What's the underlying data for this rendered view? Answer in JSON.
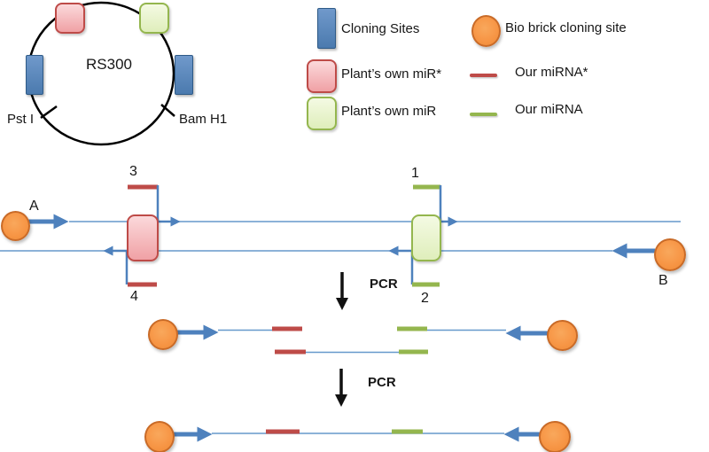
{
  "plasmid": {
    "title": "RS300",
    "restriction_sites": {
      "left": "Pst I",
      "right": "Bam H1"
    }
  },
  "legend": {
    "cloning_sites": "Cloning Sites",
    "bio_brick": "Bio brick cloning site",
    "plant_mir_star": "Plant’s own miR*",
    "our_mirna_star": "Our miRNA*",
    "plant_mir": "Plant’s own miR",
    "our_mirna": "Our miRNA"
  },
  "pcr_diagram": {
    "primer_a_label": "A",
    "primer_b_label": "B",
    "primer_1_label": "1",
    "primer_2_label": "2",
    "primer_3_label": "3",
    "primer_4_label": "4",
    "pcr_step_1": "PCR",
    "pcr_step_2": "PCR"
  },
  "colors": {
    "cloning_site_blue": "#4f81bd",
    "bio_brick_orange": "#f79646",
    "mir_star_pink": "#f0a1a5",
    "mir_green": "#dfeebb",
    "our_mirna_star_red": "#be4b48",
    "our_mirna_green": "#94b64e",
    "strand_blue": "#6699cc",
    "pcr_arrow_black": "#111111"
  }
}
